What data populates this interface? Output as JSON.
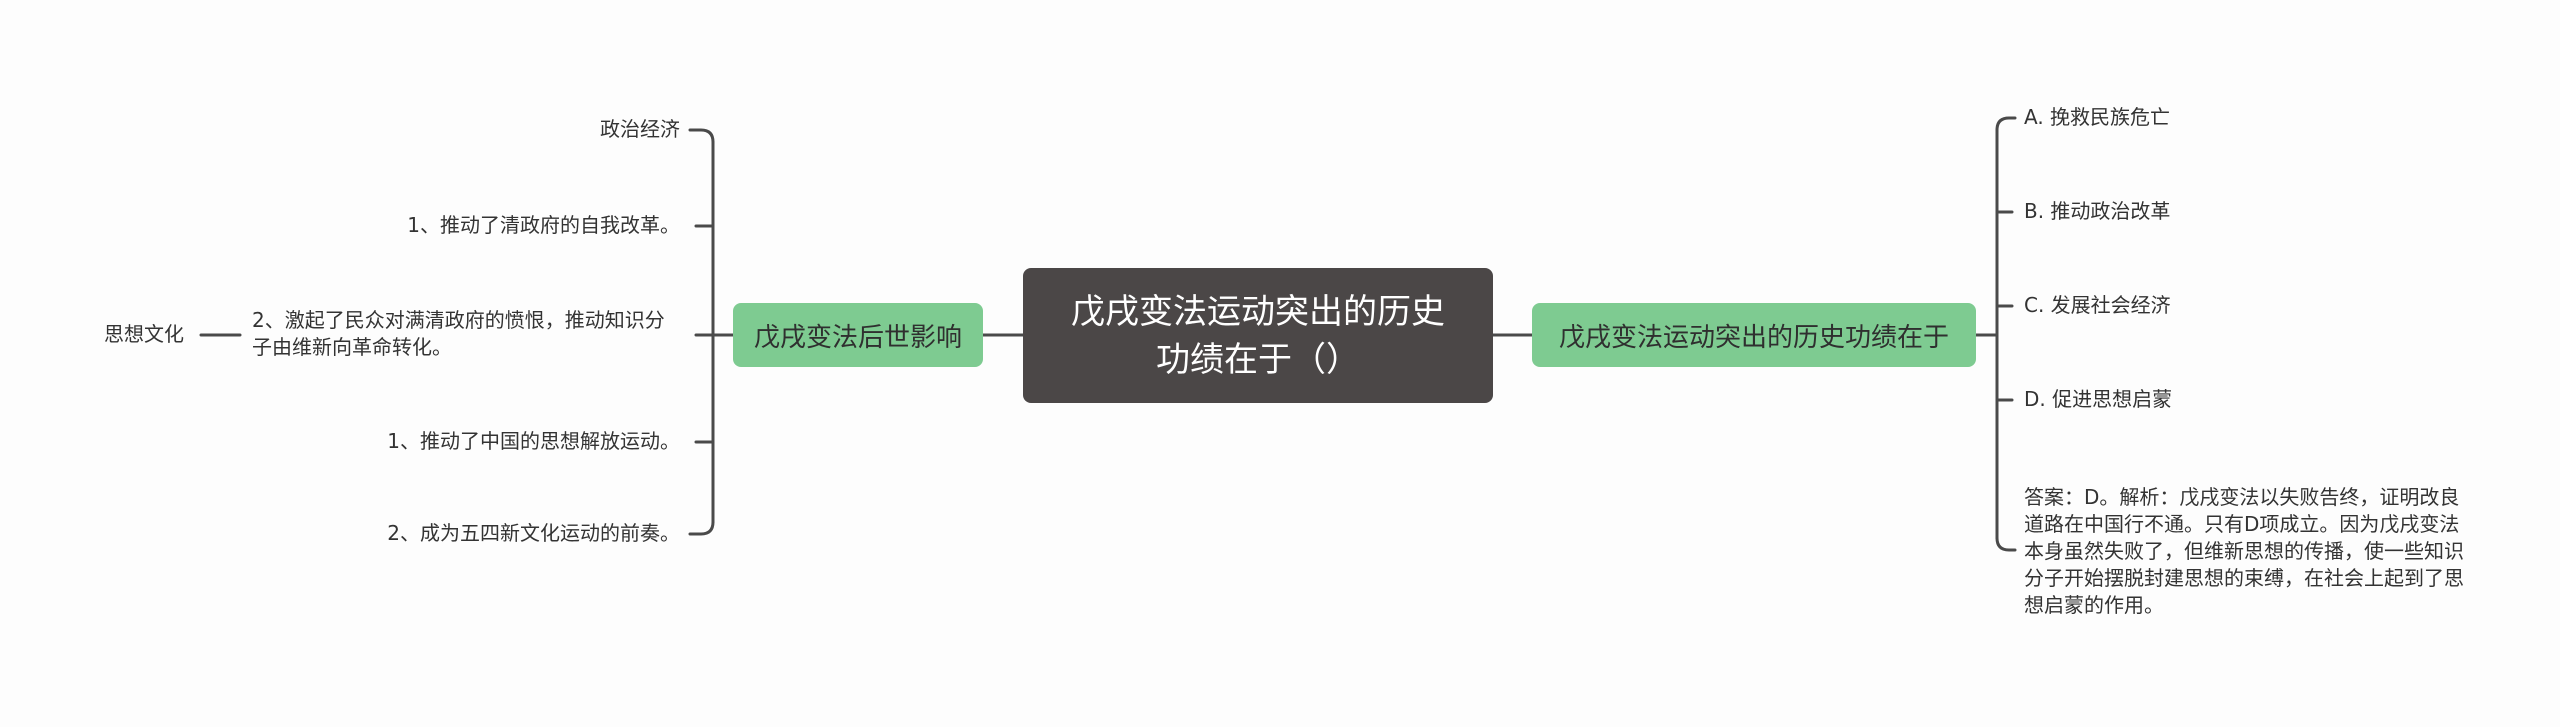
{
  "root": {
    "line1": "戊戌变法运动突出的历史",
    "line2": "功绩在于（）"
  },
  "left_branch": {
    "label": "戊戌变法后世影响",
    "items": [
      "政治经济",
      "1、推动了清政府的自我改革。",
      "2、激起了民众对满清政府的愤恨，推动知识分子由维新向革命转化。",
      "1、推动了中国的思想解放运动。",
      "2、成为五四新文化运动的前奏。"
    ],
    "sub_label": "思想文化"
  },
  "right_branch": {
    "label": "戊戌变法运动突出的历史功绩在于",
    "options": [
      "A.  挽救民族危亡",
      "B.  推动政治改革",
      "C.  发展社会经济",
      "D.  促进思想启蒙"
    ],
    "answer": "答案：D。解析：戊戌变法以失败告终，证明改良道路在中国行不通。只有D项成立。因为戊戌变法本身虽然失败了，但维新思想的传播，使一些知识分子开始摆脱封建思想的束缚，在社会上起到了思想启蒙的作用。"
  },
  "colors": {
    "root_fill": "#4b4747",
    "branch_fill": "#7ecb91",
    "connector": "#4a4a4a"
  }
}
